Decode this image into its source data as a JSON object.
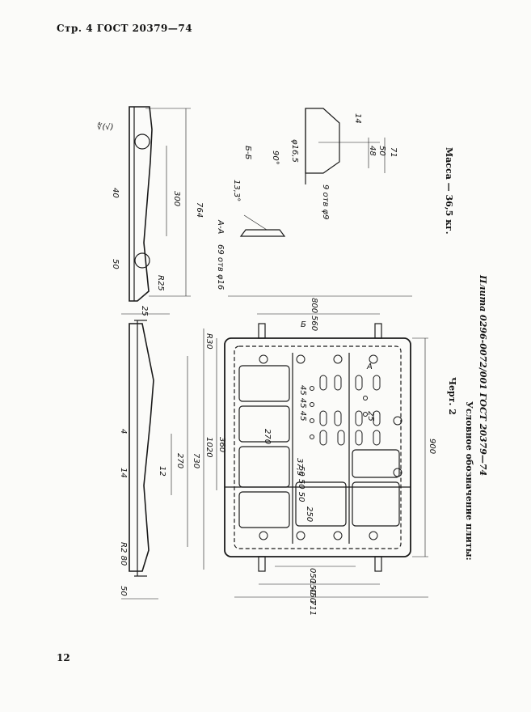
{
  "header": "Стр. 4 ГОСТ 20379—74",
  "page_number": "12",
  "chart_label": "Черт. 2",
  "mass": "Масса — 36,5 кг.",
  "designation_title": "Условное обозначение плиты:",
  "designation_code": "Плита 0296-0072/001 ГОСТ 20379—74",
  "surface_mark": "∜(√)",
  "sections": {
    "bb": "Б-Б",
    "aa": "А-А"
  },
  "side_dims": {
    "d764": "764",
    "d300": "300",
    "d40": "40",
    "d50": "50",
    "r25": "R25",
    "d25": "25"
  },
  "side2_dims": {
    "d730": "730",
    "d270": "270",
    "d12": "12",
    "d14": "14",
    "d4": "4",
    "r80": "R2 80",
    "d50": "50"
  },
  "main_dims": {
    "w900": "900",
    "w800": "800",
    "w560": "560",
    "h1020": "1020",
    "h360": "360",
    "h270": "270",
    "w250": "250",
    "w150": "150",
    "w450": "450",
    "w050": "050",
    "w711": "711",
    "r30": "R30",
    "d375": "37,5",
    "d505050": "50 50 50",
    "d454545": "45 45 45",
    "d25": "25",
    "sec_b": "Б",
    "sec_a": "А"
  },
  "detail_dims": {
    "d14": "14",
    "d48": "48",
    "d50": "50",
    "d71": "71",
    "d165": "φ16,5",
    "d90": "90°",
    "d135": "13,3°",
    "holes9": "9 отв φ9",
    "holes16": "69 отв φ16"
  }
}
